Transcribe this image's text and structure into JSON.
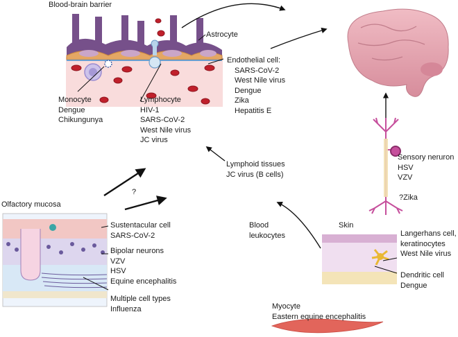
{
  "title": "Blood-brain barrier",
  "bbb": {
    "astrocyte": "Astrocyte",
    "endothelial": [
      "Endothelial cell:",
      "SARS-CoV-2",
      "West Nile virus",
      "Dengue",
      "Zika",
      "Hepatitis E"
    ],
    "monocyte": [
      "Monocyte",
      "Dengue",
      "Chikungunya"
    ],
    "lymphocyte": [
      "Lymphocyte",
      "HIV-1",
      "SARS-CoV-2",
      "West Nile virus",
      "JC virus"
    ]
  },
  "lymphoid": [
    "Lymphoid tissues",
    "JC virus (B cells)"
  ],
  "question_mark": "?",
  "olfactory": {
    "title": "Olfactory mucosa",
    "sustentacular": [
      "Sustentacular cell",
      "SARS-CoV-2"
    ],
    "bipolar": [
      "Bipolar neurons",
      "VZV",
      "HSV",
      "Equine encephalitis"
    ],
    "multiple": [
      "Multiple cell types",
      "Influenza"
    ]
  },
  "blood": [
    "Blood",
    "leukocytes"
  ],
  "sensory": {
    "label": [
      "Sensory neruron",
      "HSV",
      "VZV"
    ],
    "zika": "?Zika"
  },
  "skin": {
    "title": "Skin",
    "langerhans": [
      "Langerhans cell,",
      "keratinocytes",
      "West Nile virus"
    ],
    "dendritic": [
      "Dendritic cell",
      "Dengue"
    ]
  },
  "myocyte": [
    "Myocyte",
    "Eastern equine encephalitis"
  ],
  "colors": {
    "brain": "#e8aab4",
    "neuron": "#c64f9c",
    "astrocyte": "#7a4e8a",
    "endothelial": "#e6a868",
    "rbc": "#c0202b",
    "skin_top": "#d9b4d4",
    "skin_fat": "#f3e3b8",
    "myocyte": "#e2655b",
    "olfactory_cell": "#f2c7c4",
    "olfactory_neuron": "#6a5a9c"
  }
}
